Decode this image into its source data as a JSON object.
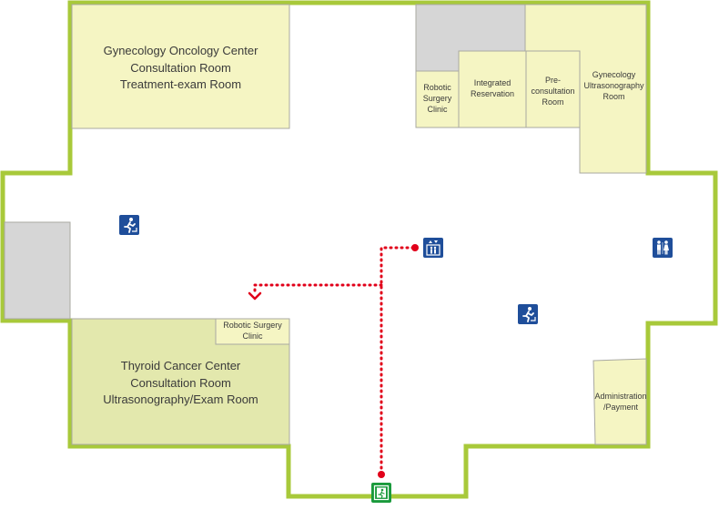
{
  "colors": {
    "wall": "#a8c93a",
    "room_yellow": "#f5f5c3",
    "room_green": "#e3e8ad",
    "service_gray": "#d6d6d6",
    "room_border": "#a9a9a2",
    "route": "#e1001a",
    "icon_blue": "#1f4e9a",
    "icon_green": "#1a9a3c"
  },
  "rooms": {
    "gynecology_oncology": "Gynecology Oncology Center\nConsultation Room\nTreatment-exam Room",
    "robotic_surgery_top": "Robotic\nSurgery\nClinic",
    "integrated_reservation": "Integrated\nReservation",
    "pre_consultation": "Pre-\nconsultation\nRoom",
    "gynecology_ultrasonography": "Gynecology\nUltrasonography\nRoom",
    "robotic_surgery_bottom": "Robotic Surgery\nClinic",
    "thyroid_cancer": "Thyroid Cancer Center\nConsultation Room\nUltrasonography/Exam Room",
    "administration": "Administration\n/Payment"
  },
  "icons": {
    "emergency_exit_west": "emergency-exit-icon",
    "emergency_exit_east": "emergency-exit-icon",
    "elevator": "elevator-icon",
    "restroom": "restroom-icon",
    "entrance": "entrance-exit-icon"
  },
  "route": {
    "from": "entrance",
    "to": "robotic_surgery_bottom",
    "style": "dotted"
  }
}
